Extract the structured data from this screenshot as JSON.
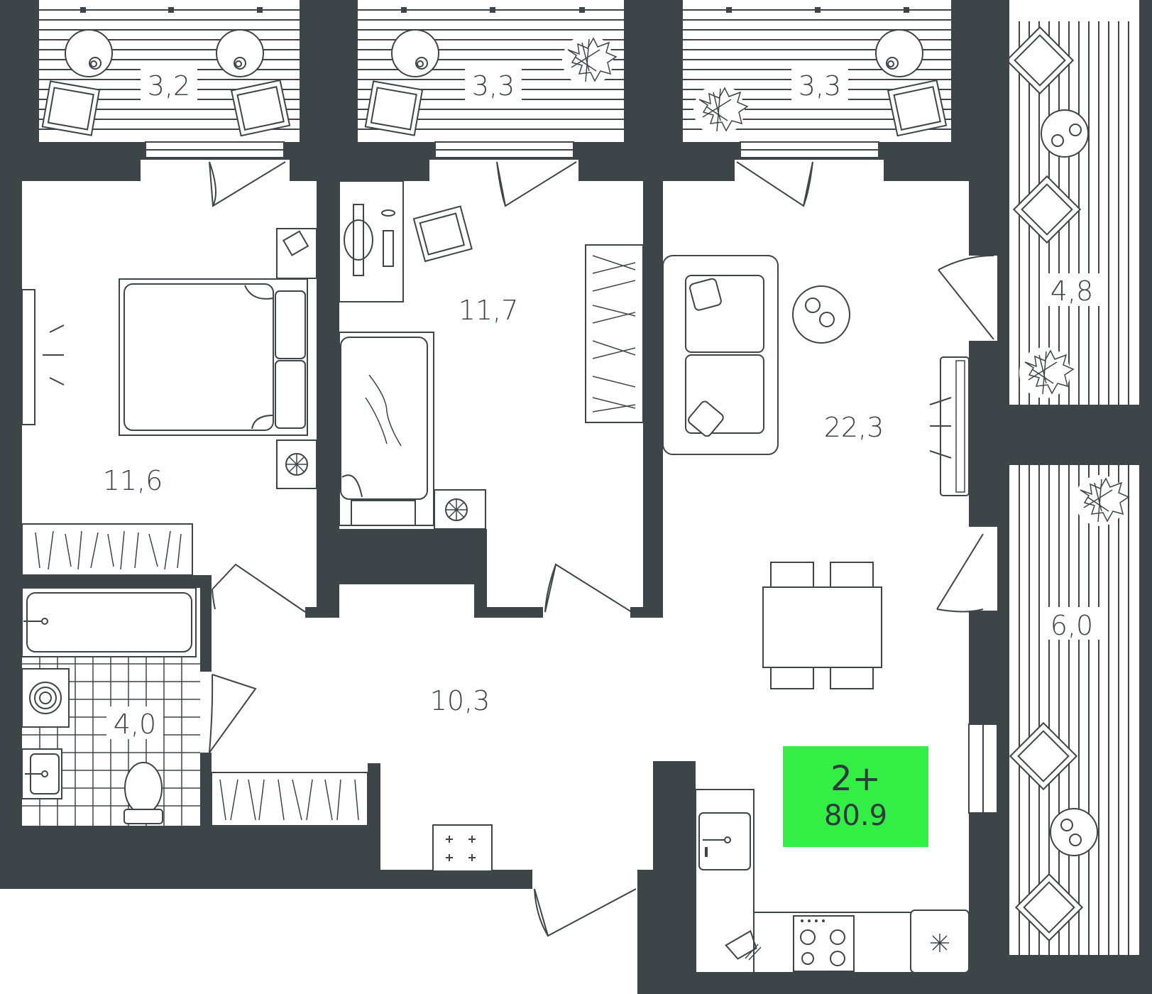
{
  "plan": {
    "rooms": [
      {
        "id": "balcony-1",
        "area": "3,2"
      },
      {
        "id": "balcony-2",
        "area": "3,3"
      },
      {
        "id": "balcony-3",
        "area": "3,3"
      },
      {
        "id": "balcony-4",
        "area": "4,8"
      },
      {
        "id": "balcony-5",
        "area": "6,0"
      },
      {
        "id": "bedroom",
        "area": "11,6"
      },
      {
        "id": "kids-room",
        "area": "11,7"
      },
      {
        "id": "living-kitchen",
        "area": "22,3"
      },
      {
        "id": "hall",
        "area": "10,3"
      },
      {
        "id": "bathroom",
        "area": "4,0"
      }
    ],
    "badge": {
      "rooms": "2+",
      "total_area": "80.9",
      "color": "#33ee44"
    },
    "colors": {
      "wall": "#3d4548",
      "line": "#3d4548",
      "background": "#ffffff"
    }
  }
}
